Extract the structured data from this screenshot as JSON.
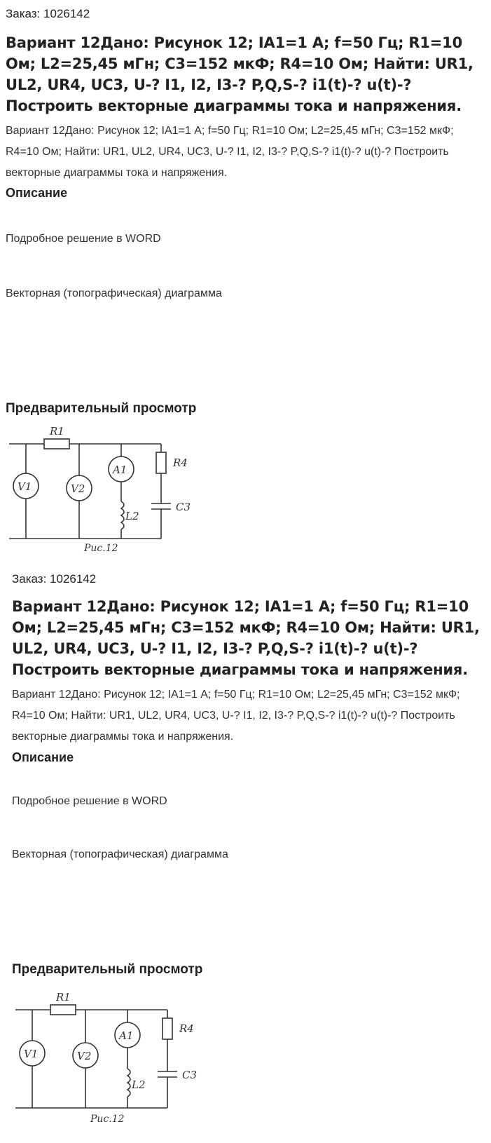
{
  "order_label": "Заказ: 1026142",
  "title": "Вариант 12Дано: Рисунок 12; IA1=1 А; f=50 Гц; R1=10 Ом; L2=25,45 мГн; C3=152 мкФ; R4=10 Ом; Найти: UR1, UL2, UR4, UC3, U-? I1, I2, I3-? P,Q,S-? i1(t)-? u(t)-? Построить векторные диаграммы тока и напряжения.",
  "summary": "Вариант 12Дано: Рисунок 12; IA1=1 А; f=50 Гц; R1=10 Ом; L2=25,45 мГн; C3=152 мкФ; R4=10 Ом; Найти: UR1, UL2, UR4, UC3, U-? I1, I2, I3-? P,Q,S-? i1(t)-? u(t)-? Построить векторные диаграммы тока и напряжения.",
  "description_heading": "Описание",
  "description_line1": "Подробное решение в WORD",
  "description_line2": "Векторная (топографическая) диаграмма",
  "preview_heading": "Предварительный просмотр",
  "circuit": {
    "r1": "R1",
    "v1": "V1",
    "v2": "V2",
    "a1": "A1",
    "r4": "R4",
    "l2": "L2",
    "c3": "C3",
    "caption": "Рис.12"
  }
}
